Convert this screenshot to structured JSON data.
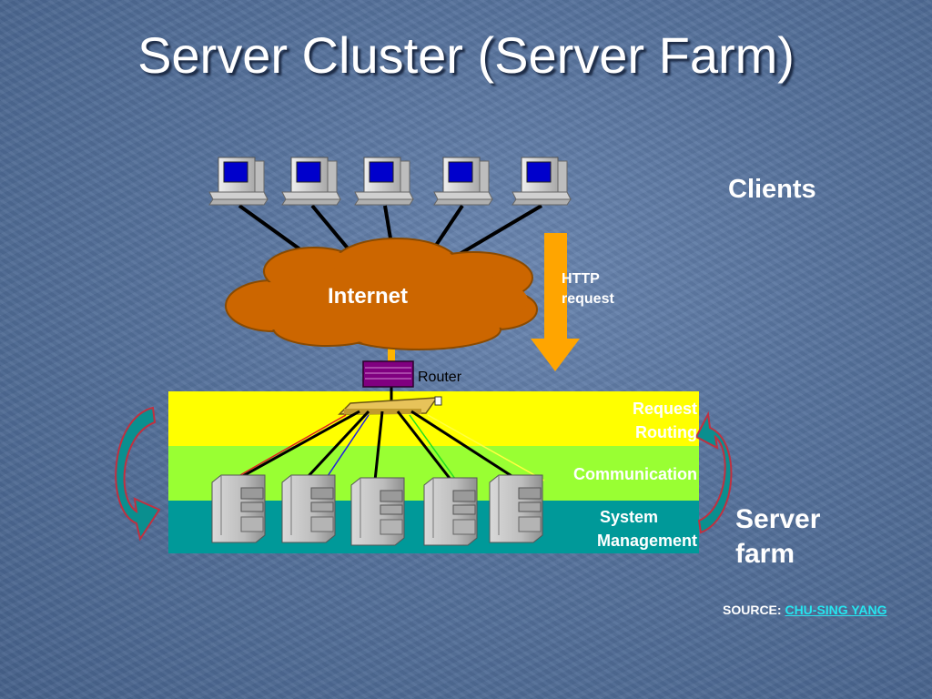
{
  "slide": {
    "title": "Server Cluster (Server Farm)"
  },
  "diagram": {
    "clients_label": "Clients",
    "cloud_label": "Internet",
    "http_label_line1": "HTTP",
    "http_label_line2": "request",
    "router_label": "Router",
    "bands": {
      "routing_line1": "Request",
      "routing_line2": "Routing",
      "communication": "Communication",
      "sysmgmt_line1": "System",
      "sysmgmt_line2": "Management"
    },
    "server_farm_line1": "Server",
    "server_farm_line2": "farm",
    "client_count": 5,
    "server_count": 5
  },
  "source": {
    "prefix": "SOURCE: ",
    "author": "CHU-SING YANG"
  },
  "colors": {
    "band_routing": "#ffff00",
    "band_communication": "#99ff33",
    "band_sysmgmt": "#009999",
    "cloud": "#cc6600",
    "arrow": "#ffa500",
    "router": "#800080"
  }
}
